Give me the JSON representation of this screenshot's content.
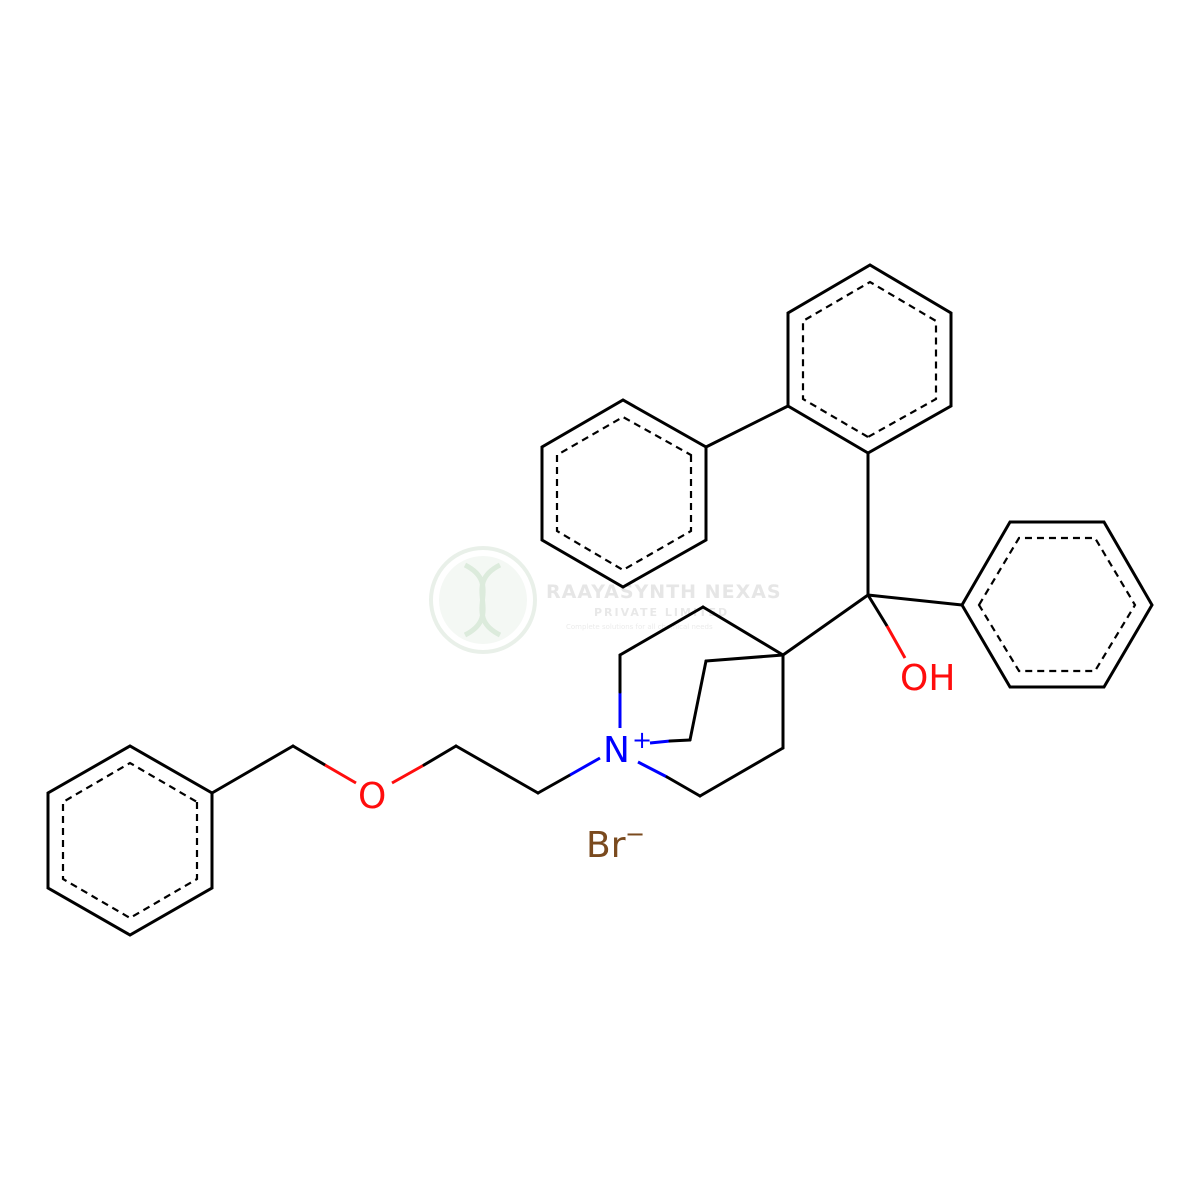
{
  "molecule": {
    "atoms": {
      "oxygen_ether": "O",
      "nitrogen": "N",
      "nitrogen_charge": "+",
      "hydroxyl": "OH",
      "bromine": "Br",
      "bromine_charge": "−"
    },
    "colors": {
      "bond": "#000000",
      "oxygen": "#ff0d0d",
      "nitrogen": "#0000ff",
      "bromine": "#7a4a1e"
    }
  },
  "watermark": {
    "name": "RAAYASYNTH NEXAS",
    "subtitle": "PRIVATE LIMITED",
    "tagline": "Complete solutions for all chemical needs"
  }
}
